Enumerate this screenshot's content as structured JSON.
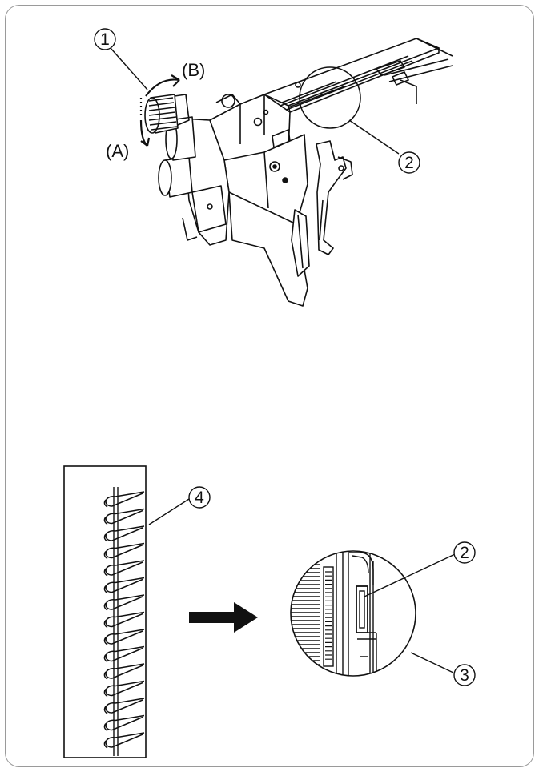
{
  "callouts": {
    "c1": "1",
    "c2_top": "2",
    "c2_zoom": "2",
    "c3": "3",
    "c4": "4"
  },
  "directions": {
    "a": "(A)",
    "b": "(B)"
  },
  "icons": {
    "knob": "adjustment-knob-icon",
    "arrow": "right-arrow-icon"
  }
}
